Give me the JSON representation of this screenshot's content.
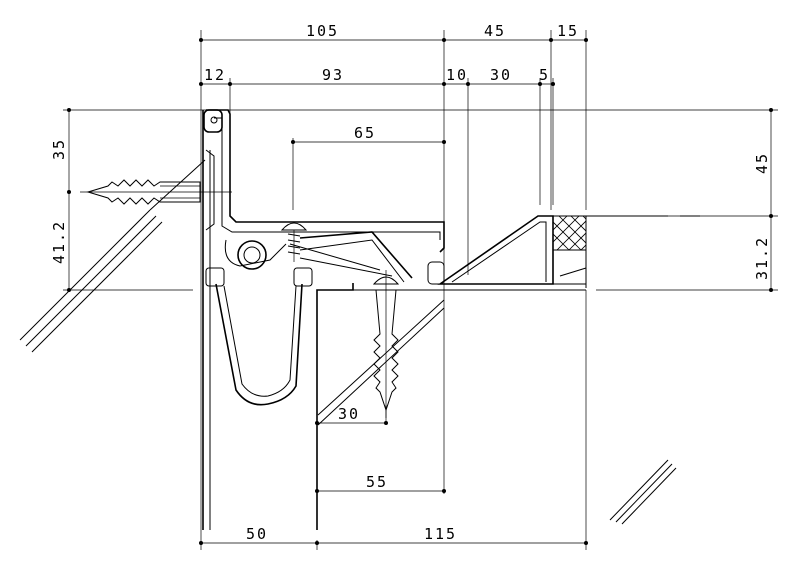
{
  "dimensions": {
    "top_105": "105",
    "top_45": "45",
    "top_15": "15",
    "row2_12": "12",
    "row2_93": "93",
    "row2_10": "10",
    "row2_30": "30",
    "row2_5": "5",
    "inner_65": "65",
    "left_35": "35",
    "left_41_2": "41.2",
    "right_45": "45",
    "right_31_2": "31.2",
    "inner_30": "30",
    "inner_55": "55",
    "bottom_50": "50",
    "bottom_115": "115"
  }
}
